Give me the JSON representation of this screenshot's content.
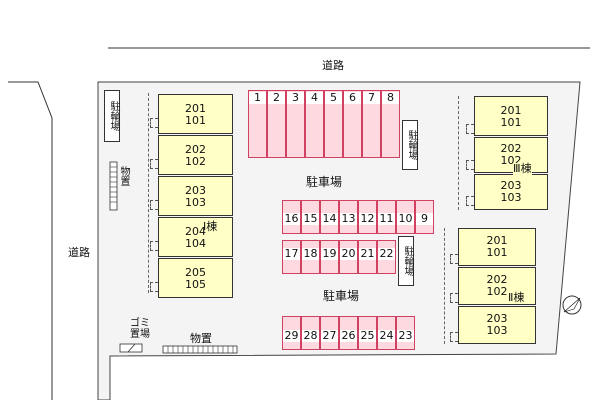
{
  "road_top": "道路",
  "road_left": "道路",
  "lot_label_top": "駐車場",
  "lot_label_bottom": "駐車場",
  "bike_left": "駐輪場",
  "bike_mid_top": "駐輪場",
  "bike_mid_low": "駐輪場",
  "storage_left": "物置",
  "storage_bottom": "物置",
  "garbage": "ゴミ置場",
  "building_1": {
    "name": "Ⅰ棟",
    "units": [
      [
        "201",
        "101"
      ],
      [
        "202",
        "102"
      ],
      [
        "203",
        "103"
      ],
      [
        "204",
        "104"
      ],
      [
        "205",
        "105"
      ]
    ]
  },
  "building_2": {
    "name": "Ⅱ棟",
    "units": [
      [
        "201",
        "101"
      ],
      [
        "202",
        "102"
      ],
      [
        "203",
        "103"
      ]
    ]
  },
  "building_3": {
    "name": "Ⅲ棟",
    "units": [
      [
        "201",
        "101"
      ],
      [
        "202",
        "102"
      ],
      [
        "203",
        "103"
      ]
    ]
  },
  "parking_row_top": [
    "1",
    "2",
    "3",
    "4",
    "5",
    "6",
    "7",
    "8"
  ],
  "parking_row_mid1": [
    "16",
    "15",
    "14",
    "13",
    "12",
    "11",
    "10",
    "9"
  ],
  "parking_row_mid2": [
    "17",
    "18",
    "19",
    "20",
    "21",
    "22"
  ],
  "parking_row_bottom": [
    "29",
    "28",
    "27",
    "26",
    "25",
    "24",
    "23"
  ],
  "compass_icon": "north-arrow-icon"
}
